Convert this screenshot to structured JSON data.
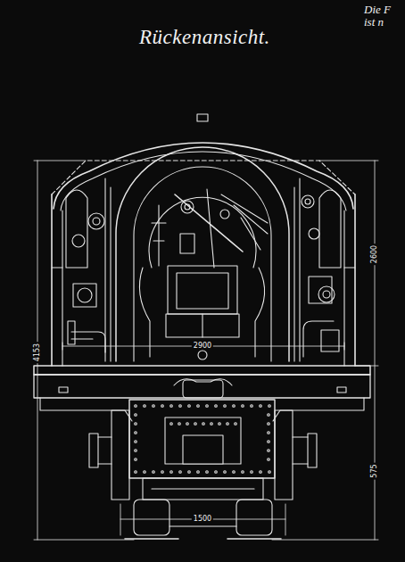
{
  "diagram": {
    "title": "Rückenansicht.",
    "labels": [
      "Die F",
      "ist n",
      "2900",
      "4153",
      "2600",
      "575",
      "1500"
    ]
  }
}
